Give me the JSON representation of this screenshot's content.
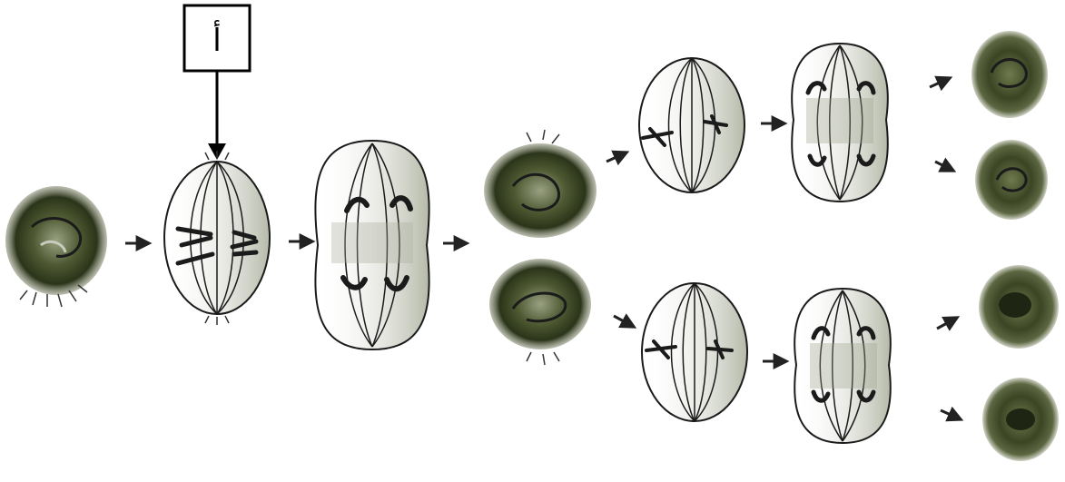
{
  "diagram": {
    "label": "أ",
    "stages": [
      "early-cell",
      "meiosis-1-metaphase",
      "meiosis-1-anaphase",
      "two-daughter-cells",
      "meiosis-2-metaphase-top",
      "meiosis-2-anaphase-top",
      "meiosis-2-metaphase-bottom",
      "meiosis-2-anaphase-bottom",
      "gamete-1",
      "gamete-2",
      "gamete-3",
      "gamete-4"
    ],
    "colors": {
      "ink": "#1b1b1b",
      "cell_dark": "#2f3a1f",
      "cell_mid": "#6b7a4a",
      "shade": "#b9bdb0",
      "background": "#ffffff"
    }
  }
}
